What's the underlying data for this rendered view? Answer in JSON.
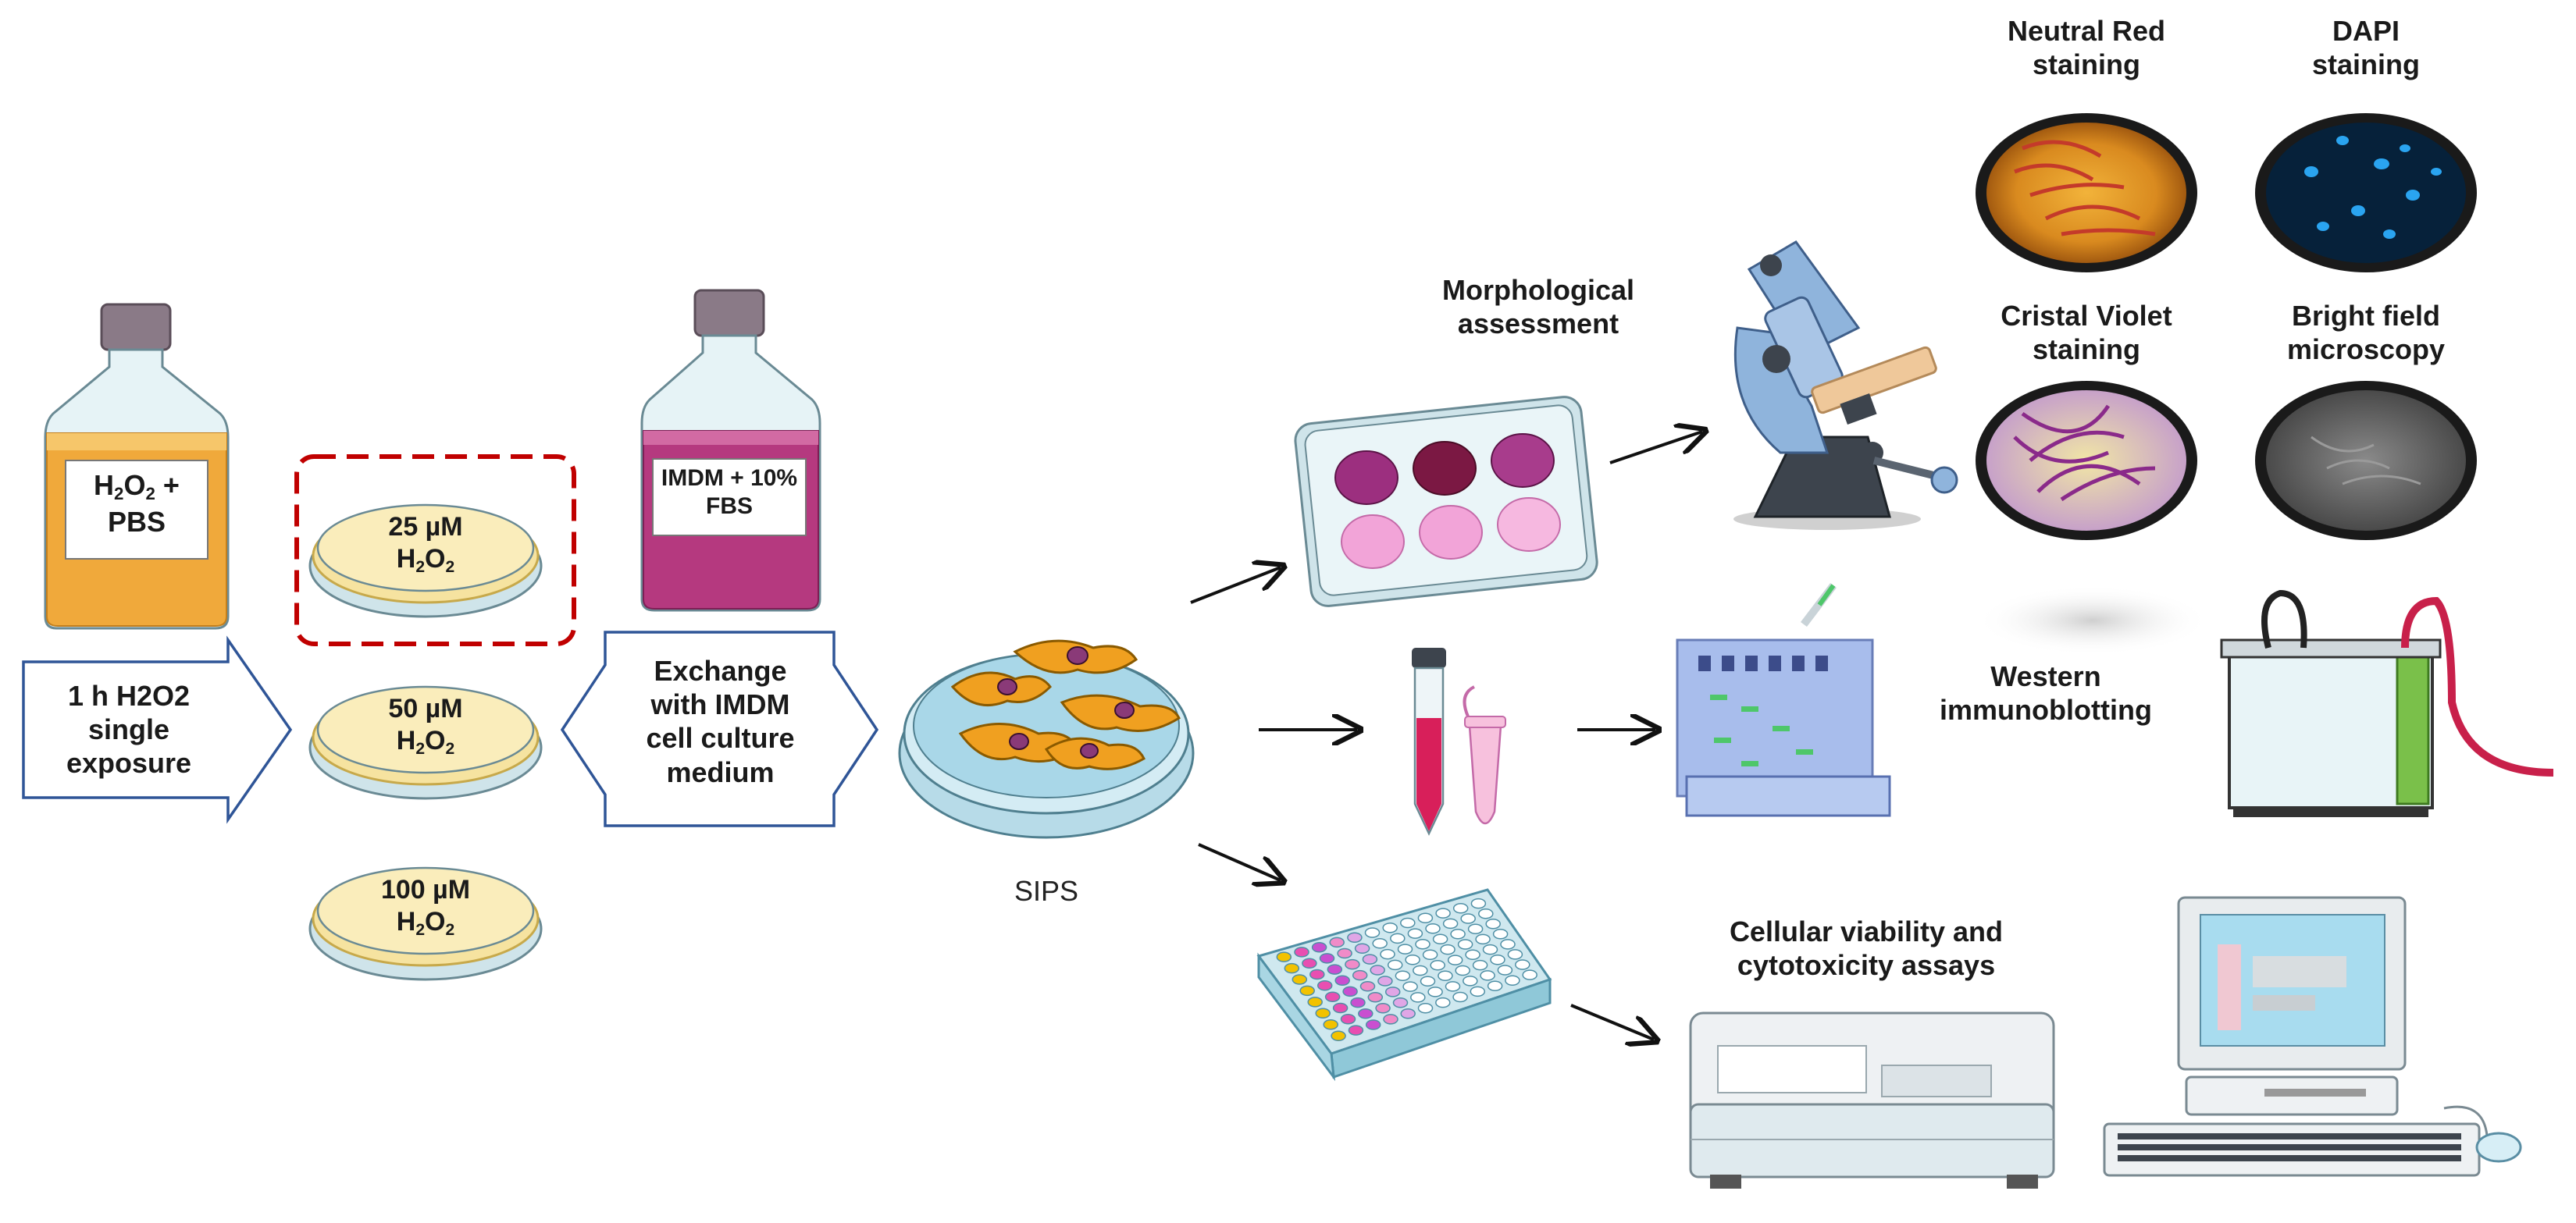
{
  "colors": {
    "outline": "#1f3864",
    "arrow_outline": "#2f5597",
    "dashed_highlight": "#c00000",
    "pbs_liquid": "#f0a93b",
    "imdm_liquid": "#b5397f",
    "petri_agar": "#f6e3a0"
  },
  "inputs": {
    "h2o2_bottle": {
      "l1": "H",
      "s1": "2",
      "l2": "O",
      "s2": "2",
      "l3": " +",
      "l4": "PBS"
    },
    "exposure": {
      "l1": "1 h H2O2",
      "l2": "single",
      "l3": "exposure"
    },
    "dishes": [
      {
        "conc": "25 µM",
        "h": "H",
        "s1": "2",
        "o": "O",
        "s2": "2",
        "highlighted": true
      },
      {
        "conc": "50 µM",
        "h": "H",
        "s1": "2",
        "o": "O",
        "s2": "2",
        "highlighted": false
      },
      {
        "conc": "100 µM",
        "h": "H",
        "s1": "2",
        "o": "O",
        "s2": "2",
        "highlighted": false
      }
    ],
    "imdm_bottle": {
      "l1": "IMDM +",
      "l2": "10% FBS"
    },
    "exchange": {
      "l1": "Exchange",
      "l2": "with IMDM",
      "l3": "cell culture",
      "l4": "medium"
    }
  },
  "center": {
    "label": "SIPS"
  },
  "outputs": {
    "morphology": {
      "l1": "Morphological",
      "l2": "assessment",
      "stains": [
        {
          "l1": "Neutral Red",
          "l2": "staining",
          "color": "#d98a1f"
        },
        {
          "l1": "DAPI",
          "l2": "staining",
          "color": "#0a2540"
        },
        {
          "l1": "Cristal Violet",
          "l2": "staining",
          "color": "#c9a7c9"
        },
        {
          "l1": "Bright field",
          "l2": "microscopy",
          "color": "#5a5a5a"
        }
      ]
    },
    "western": {
      "l1": "Western",
      "l2": "immunoblotting"
    },
    "viability": {
      "l1": "Cellular viability and",
      "l2": "cytotoxicity assays"
    }
  }
}
